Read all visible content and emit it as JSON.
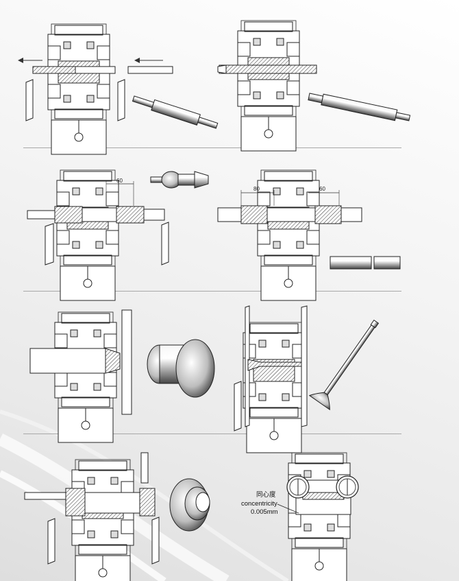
{
  "dimensions": {
    "d1": "60",
    "d2": "80",
    "d3": "60"
  },
  "annotation": {
    "zh": "同心度",
    "en": "concentricity",
    "value": "0.005mm"
  }
}
